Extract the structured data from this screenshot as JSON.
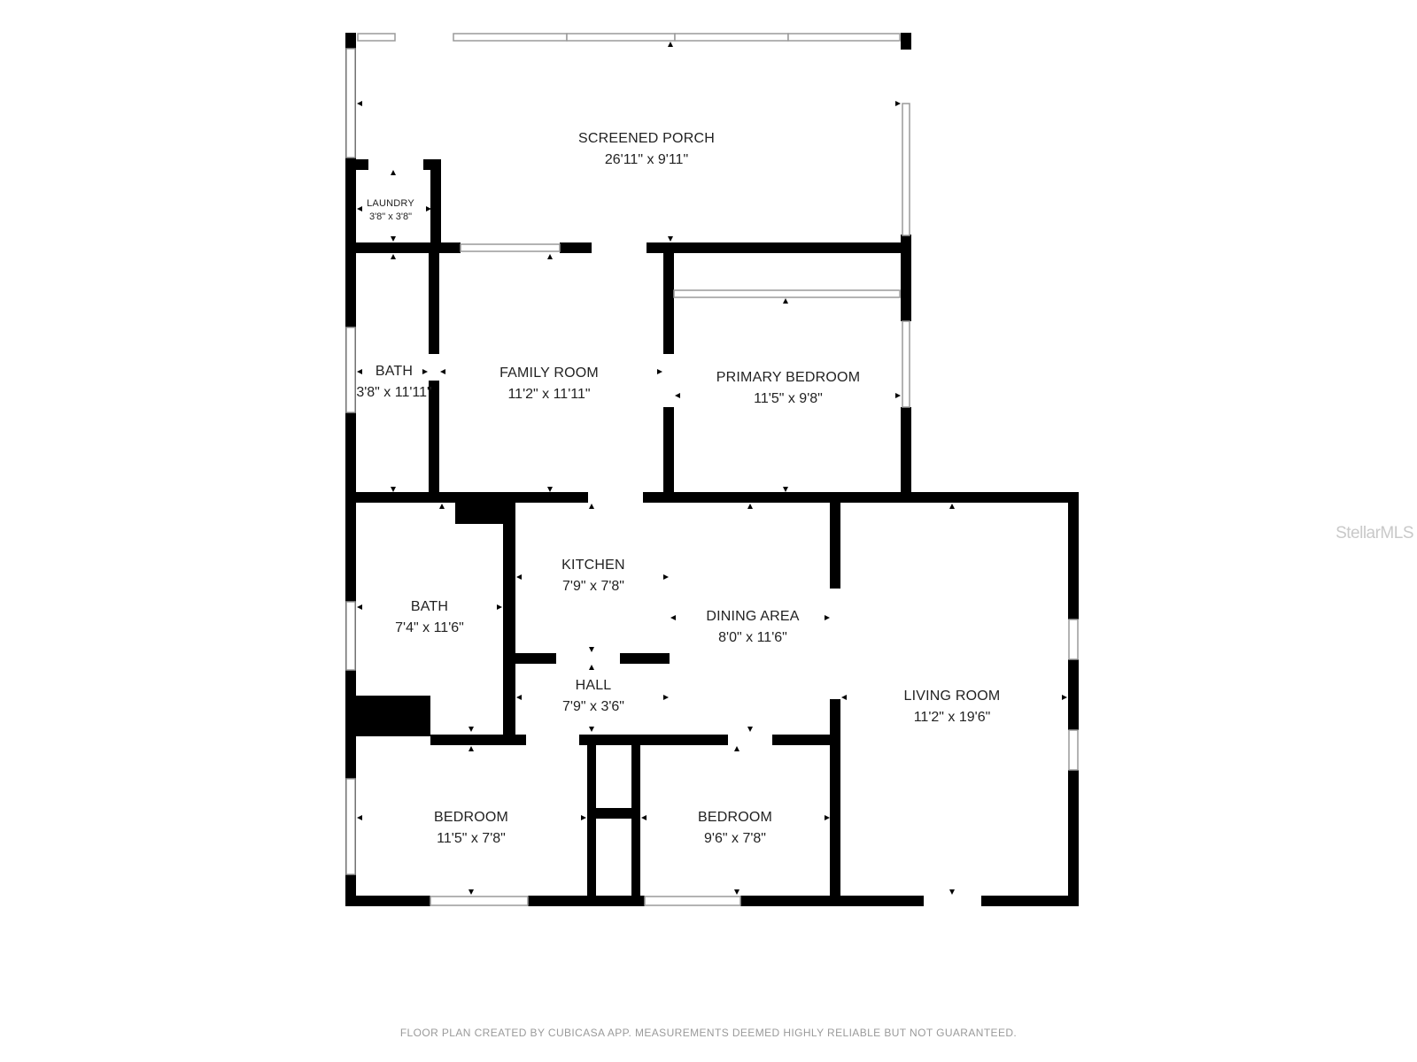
{
  "rooms": {
    "screened_porch": {
      "name": "SCREENED PORCH",
      "dims": "26'11\" x 9'11\""
    },
    "laundry": {
      "name": "LAUNDRY",
      "dims": "3'8\" x 3'8\""
    },
    "bath_upper": {
      "name": "BATH",
      "dims": "3'8\" x 11'11\""
    },
    "family_room": {
      "name": "FAMILY ROOM",
      "dims": "11'2\" x 11'11\""
    },
    "primary_bedroom": {
      "name": "PRIMARY BEDROOM",
      "dims": "11'5\" x 9'8\""
    },
    "bath_lower": {
      "name": "BATH",
      "dims": "7'4\" x 11'6\""
    },
    "kitchen": {
      "name": "KITCHEN",
      "dims": "7'9\" x 7'8\""
    },
    "dining_area": {
      "name": "DINING AREA",
      "dims": "8'0\" x 11'6\""
    },
    "hall": {
      "name": "HALL",
      "dims": "7'9\" x 3'6\""
    },
    "living_room": {
      "name": "LIVING ROOM",
      "dims": "11'2\" x 19'6\""
    },
    "bedroom_left": {
      "name": "BEDROOM",
      "dims": "11'5\" x 7'8\""
    },
    "bedroom_right": {
      "name": "BEDROOM",
      "dims": "9'6\" x 7'8\""
    }
  },
  "watermark": "StellarMLS",
  "footer": "FLOOR PLAN CREATED BY CUBICASA APP. MEASUREMENTS DEEMED HIGHLY RELIABLE BUT NOT GUARANTEED.",
  "colors": {
    "wall": "#000000",
    "window": "#9a9a9a",
    "background": "#ffffff"
  }
}
